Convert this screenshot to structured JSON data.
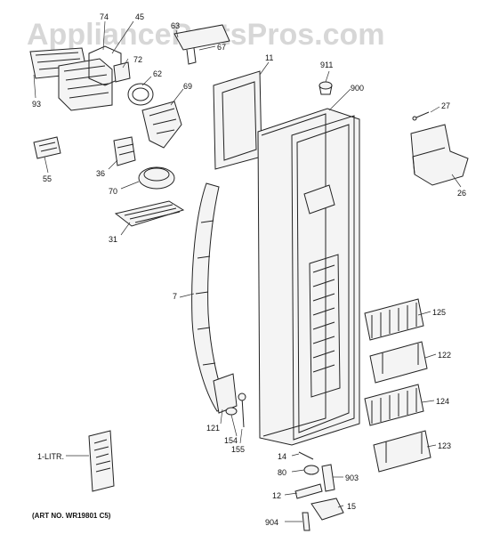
{
  "watermark": "AppliancePartsPros.com",
  "art_number": "(ART NO. WR19801 C5)",
  "callouts": {
    "c74": "74",
    "c45": "45",
    "c63": "63",
    "c67": "67",
    "c72": "72",
    "c62": "62",
    "c93": "93",
    "c69": "69",
    "c11": "11",
    "c911": "911",
    "c900": "900",
    "c27": "27",
    "c26": "26",
    "c55": "55",
    "c36": "36",
    "c70": "70",
    "c31": "31",
    "c7": "7",
    "c125": "125",
    "c122": "122",
    "c124": "124",
    "c123": "123",
    "c121": "121",
    "c154": "154",
    "c155": "155",
    "c14": "14",
    "c80": "80",
    "c903": "903",
    "c12": "12",
    "c15": "15",
    "c904": "904",
    "c1litr": "1-LITR."
  }
}
